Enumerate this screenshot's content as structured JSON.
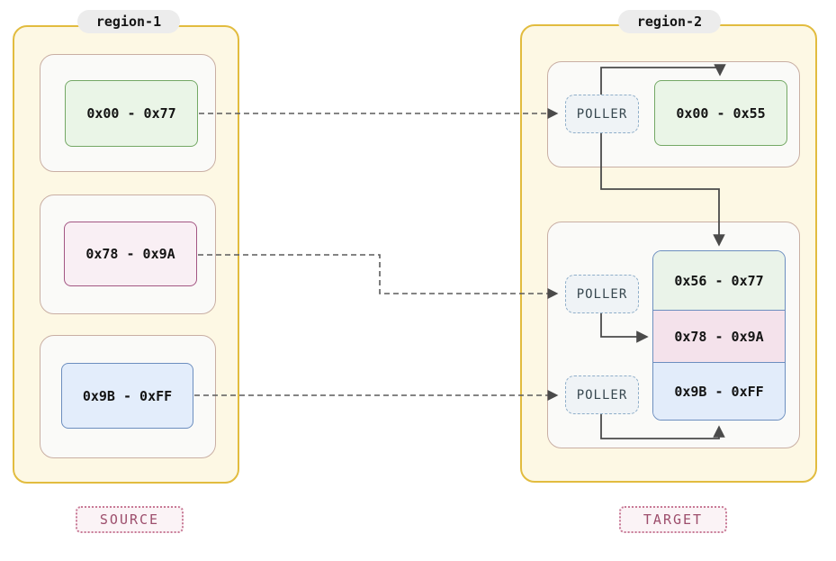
{
  "diagram": {
    "source": {
      "label": "region-1",
      "badge": "SOURCE",
      "blocks": [
        {
          "range": "0x00 - 0x77",
          "color": "green"
        },
        {
          "range": "0x78 - 0x9A",
          "color": "pink"
        },
        {
          "range": "0x9B - 0xFF",
          "color": "blue"
        }
      ]
    },
    "target": {
      "label": "region-2",
      "badge": "TARGET",
      "pollers": [
        {
          "label": "POLLER"
        },
        {
          "label": "POLLER"
        },
        {
          "label": "POLLER"
        }
      ],
      "top_block": {
        "range": "0x00 - 0x55",
        "color": "green"
      },
      "stacked_blocks": [
        {
          "range": "0x56 - 0x77",
          "color": "green"
        },
        {
          "range": "0x78 - 0x9A",
          "color": "pink"
        },
        {
          "range": "0x9B - 0xFF",
          "color": "blue"
        }
      ]
    },
    "edges": {
      "dashed": [
        {
          "from": "0x00 - 0x77",
          "to": "poller-1"
        },
        {
          "from": "0x78 - 0x9A",
          "to": "poller-2"
        },
        {
          "from": "0x9B - 0xFF",
          "to": "poller-3"
        }
      ],
      "solid": [
        {
          "from": "poller-1",
          "to": "0x00 - 0x55"
        },
        {
          "from": "poller-1",
          "to": "0x56 - 0x77"
        },
        {
          "from": "poller-2",
          "to": "0x78 - 0x9A"
        },
        {
          "from": "poller-3",
          "to": "0x9B - 0xFF"
        }
      ]
    },
    "colors": {
      "region_fill": "#FDF8E4",
      "region_border": "#E2BC3F",
      "group_fill": "#FAFAF8",
      "group_border": "#C9AFA4",
      "green_fill": "#EAF5E7",
      "green_border": "#74A865",
      "pink_fill": "#F9EFF4",
      "pink_border": "#A35683",
      "blue_fill": "#E3EDFB",
      "blue_border": "#6C8EBF",
      "poller_fill": "#EFF3F6",
      "poller_border": "#8FAEC9",
      "label_pill_bg": "#ECECEC",
      "badge_text": "#9D4E6C",
      "badge_border": "#C87A96",
      "arrow": "#4A4A4A"
    }
  }
}
